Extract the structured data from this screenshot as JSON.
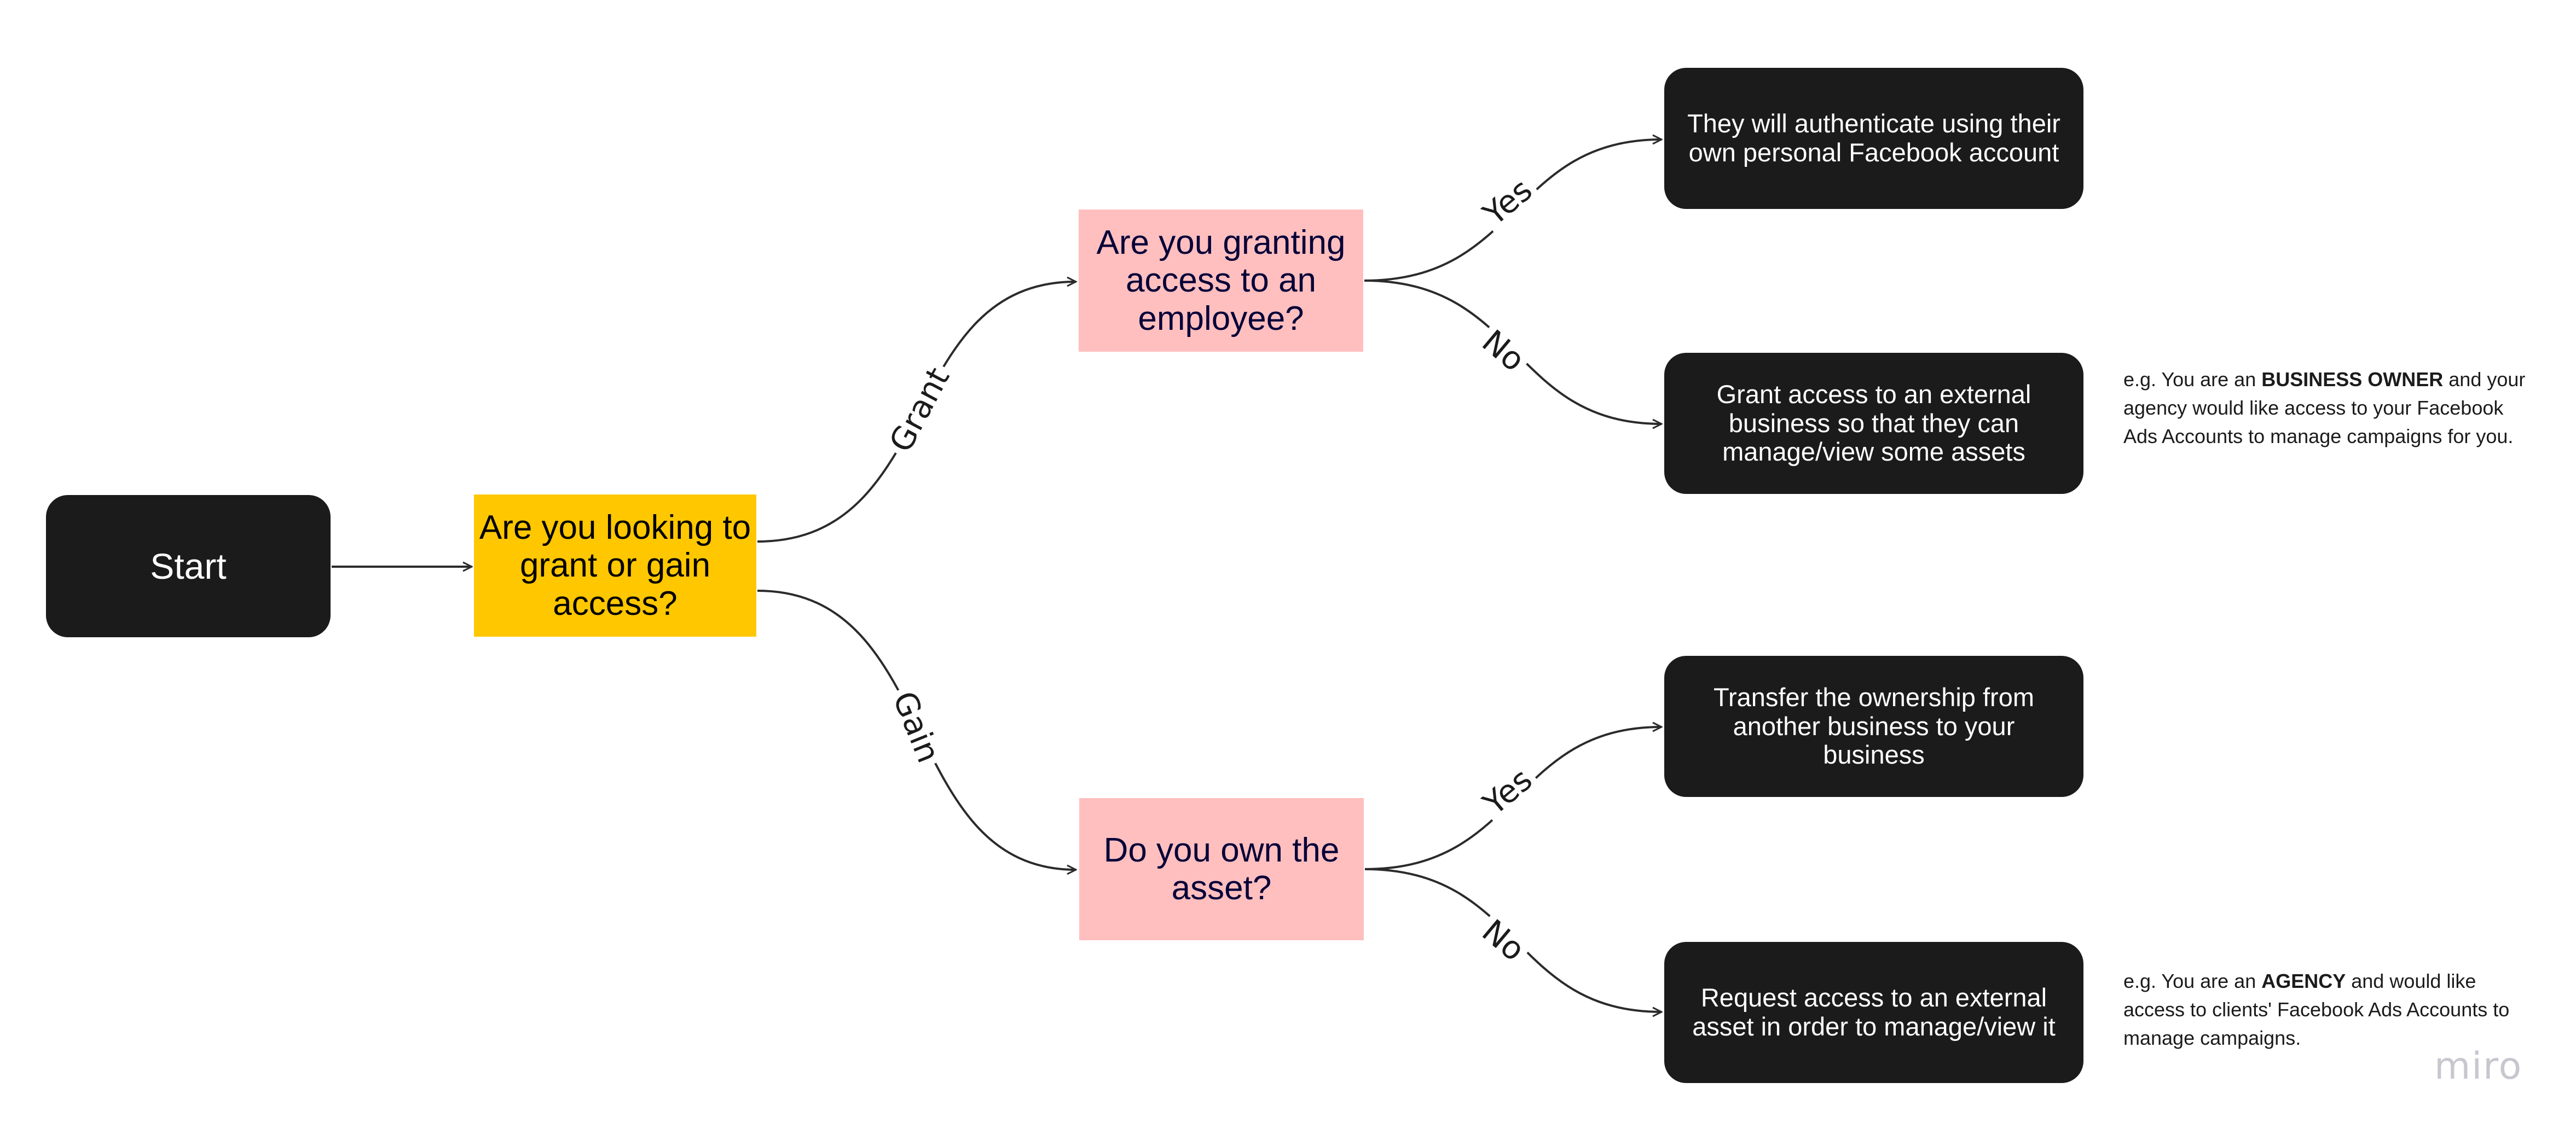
{
  "nodes": {
    "start": "Start",
    "question_main": "Are you looking to grant or gain access?",
    "question_employee": "Are you granting access to an employee?",
    "question_own": "Do you own the asset?",
    "result_employee_yes": "They will authenticate using their own personal Facebook account",
    "result_employee_no": "Grant access to an external business so that they can manage/view some assets",
    "result_own_yes": "Transfer the ownership from another business to your business",
    "result_own_no": "Request access to an external asset in order to manage/view it"
  },
  "edge_labels": {
    "grant": "Grant",
    "gain": "Gain",
    "employee_yes": "Yes",
    "employee_no": "No",
    "own_yes": "Yes",
    "own_no": "No"
  },
  "notes": {
    "business_owner": {
      "prefix": "e.g. You are an ",
      "bold": "BUSINESS OWNER",
      "suffix": " and your agency would like access to your Facebook Ads Accounts to manage campaigns for you."
    },
    "agency": {
      "prefix": "e.g. You are an ",
      "bold": "AGENCY",
      "suffix": " and would like access to clients' Facebook Ads Accounts to manage campaigns."
    }
  },
  "brand": "miro",
  "colors": {
    "terminal": "#1b1b1b",
    "decision_main": "#ffc700",
    "decision_sub": "#ffbfbf",
    "edge": "#2b2b2b"
  }
}
